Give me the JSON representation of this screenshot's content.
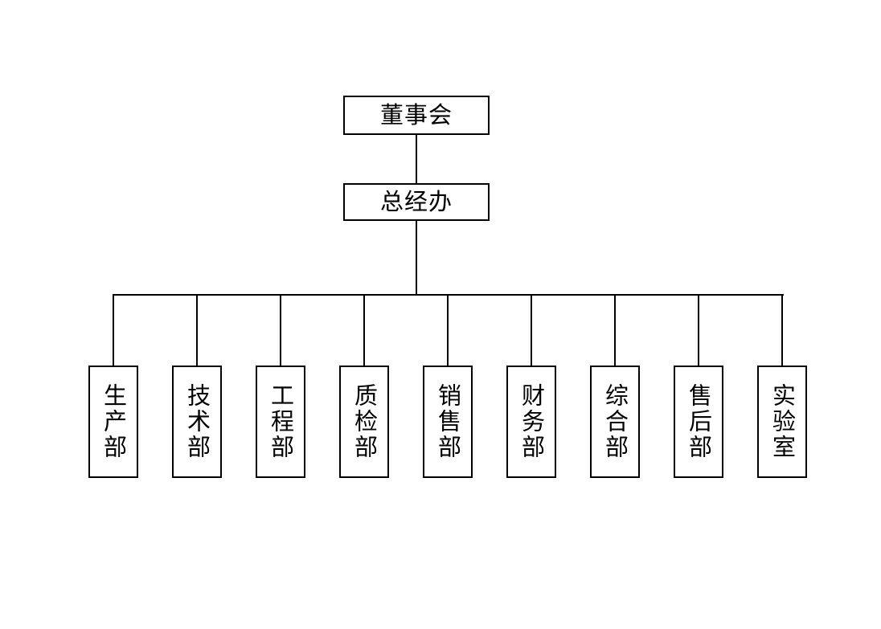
{
  "org_chart": {
    "title": "company-organization-chart",
    "colors": {
      "background": "#ffffff",
      "border": "#000000",
      "text": "#000000",
      "line": "#000000"
    },
    "root": {
      "label": "董事会"
    },
    "manager_office": {
      "label": "总经办"
    },
    "departments": [
      {
        "label": "生产部"
      },
      {
        "label": "技术部"
      },
      {
        "label": "工程部"
      },
      {
        "label": "质检部"
      },
      {
        "label": "销售部"
      },
      {
        "label": "财务部"
      },
      {
        "label": "综合部"
      },
      {
        "label": "售后部"
      },
      {
        "label": "实验室"
      }
    ]
  }
}
